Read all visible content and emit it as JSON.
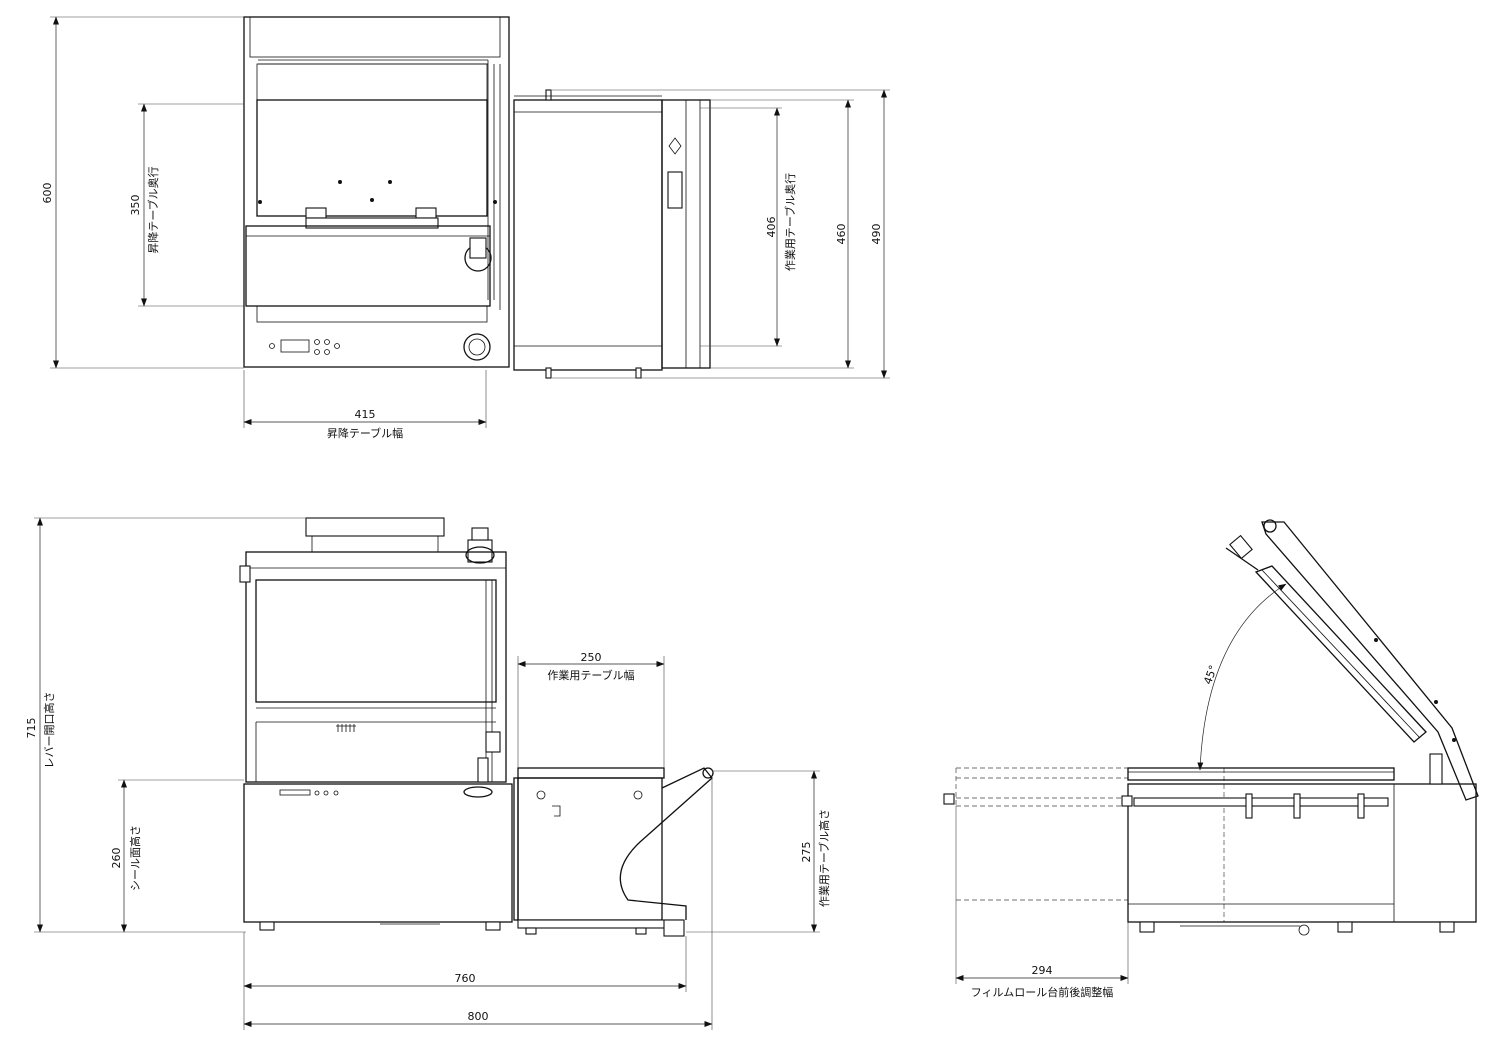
{
  "top_view": {
    "dims": {
      "overall_depth": "600",
      "lift_depth_value": "350",
      "lift_depth_label": "昇降テーブル奥行",
      "lift_width_value": "415",
      "lift_width_label": "昇降テーブル幅",
      "work_depth_value": "406",
      "work_depth_label": "作業用テーブル奥行",
      "d460": "460",
      "d490": "490"
    }
  },
  "front_view": {
    "dims": {
      "lever_height_value": "715",
      "lever_height_label": "レバー開口高さ",
      "seal_height_value": "260",
      "seal_height_label": "シール面高さ",
      "work_width_value": "250",
      "work_width_label": "作業用テーブル幅",
      "work_height_value": "275",
      "work_height_label": "作業用テーブル高さ",
      "w760": "760",
      "w800": "800"
    }
  },
  "side_view": {
    "dims": {
      "angle": "45°",
      "film_adjust_value": "294",
      "film_adjust_label": "フィルムロール台前後調整幅"
    }
  }
}
